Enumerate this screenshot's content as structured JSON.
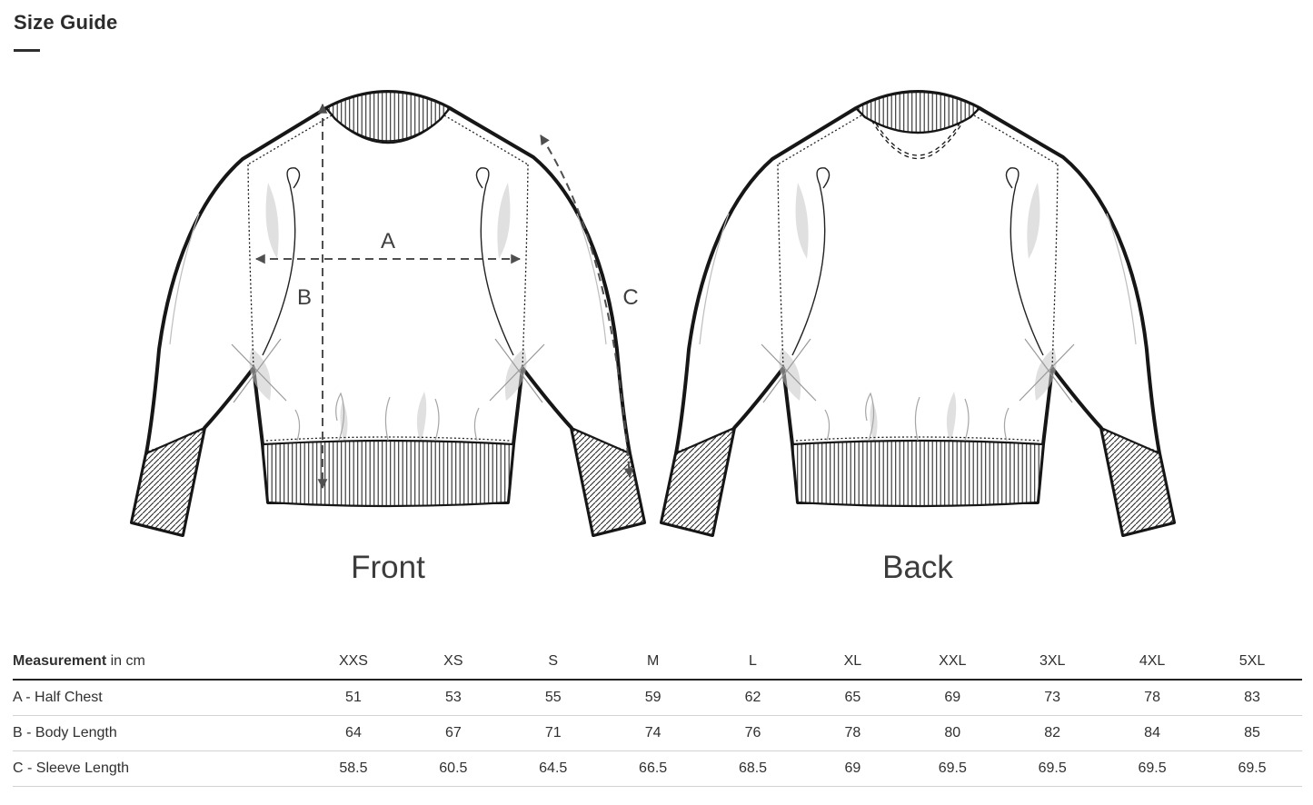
{
  "page": {
    "title": "Size Guide"
  },
  "diagram": {
    "front_label": "Front",
    "back_label": "Back",
    "measure_labels": {
      "a": "A",
      "b": "B",
      "c": "C"
    }
  },
  "table": {
    "header": {
      "measurement_bold": "Measurement",
      "measurement_unit": " in cm",
      "sizes": [
        "XXS",
        "XS",
        "S",
        "M",
        "L",
        "XL",
        "XXL",
        "3XL",
        "4XL",
        "5XL"
      ]
    },
    "rows": [
      {
        "label": "A - Half Chest",
        "values": [
          "51",
          "53",
          "55",
          "59",
          "62",
          "65",
          "69",
          "73",
          "78",
          "83"
        ]
      },
      {
        "label": "B - Body Length",
        "values": [
          "64",
          "67",
          "71",
          "74",
          "76",
          "78",
          "80",
          "82",
          "84",
          "85"
        ]
      },
      {
        "label": "C - Sleeve Length",
        "values": [
          "58.5",
          "60.5",
          "64.5",
          "66.5",
          "68.5",
          "69",
          "69.5",
          "69.5",
          "69.5",
          "69.5"
        ]
      }
    ]
  },
  "colors": {
    "text": "#2f2f2f",
    "sketch_line": "#161616",
    "arrow": "#4f4f4f",
    "shade": "#c7c7c7",
    "header_border": "#222222",
    "row_border": "#d2d2d2"
  }
}
